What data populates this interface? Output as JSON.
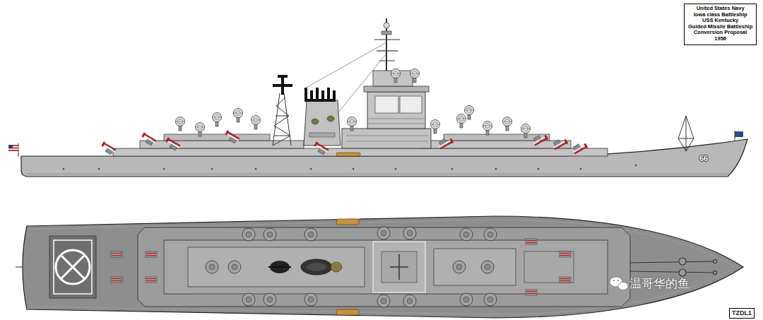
{
  "diagram": {
    "nodes": [
      {
        "text": [
          "United States Navy",
          "Iowa class Battleship",
          "USS Kentucky",
          "Guided Missile Battleship",
          "Conversion Proposal",
          "1956"
        ]
      },
      {
        "text": [
          "TZDL1"
        ]
      }
    ],
    "labels": [
      "66",
      "温哥华的鱼"
    ]
  }
}
